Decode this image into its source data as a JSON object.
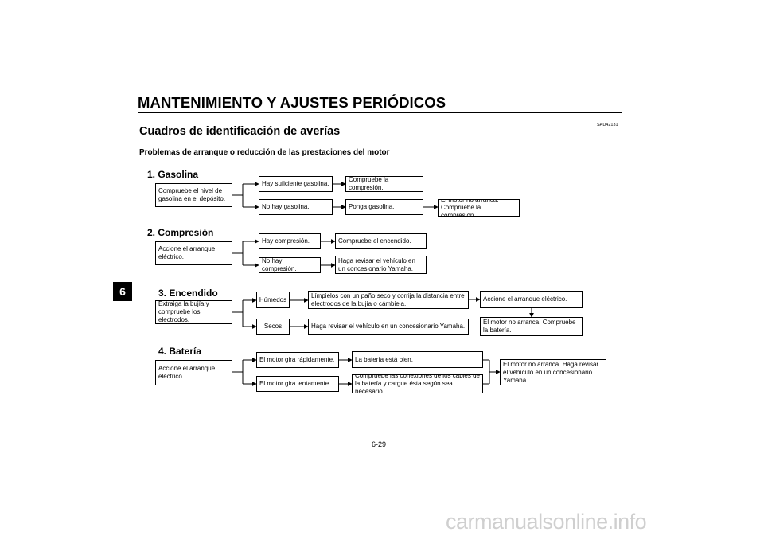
{
  "header": {
    "title": "MANTENIMIENTO Y AJUSTES PERIÓDICOS",
    "chapter_tab": "6"
  },
  "section": {
    "title": "Cuadros de identificación de averías",
    "ref_code": "SAU42131",
    "subtitle": "Problemas de arranque o reducción de las prestaciones del motor"
  },
  "groups": {
    "gasolina": {
      "title": "1. Gasolina",
      "start": "Compruebe el nivel de gasolina en el depósito.",
      "yes": "Hay suficiente gasolina.",
      "yes_next": "Compruebe la compresión.",
      "no": "No hay gasolina.",
      "no_next": "Ponga gasolina.",
      "no_result": "El motor no arranca. Compruebe la compresión."
    },
    "compresion": {
      "title": "2. Compresión",
      "start": "Accione el arranque eléctrico.",
      "yes": "Hay compresión.",
      "yes_next": "Compruebe el encendido.",
      "no": "No hay compresión.",
      "no_next": "Haga revisar el vehículo en un concesionario Yamaha."
    },
    "encendido": {
      "title": "3. Encendido",
      "start": "Extraiga la bujía y compruebe los electrodos.",
      "wet": "Húmedos",
      "wet_next": "Límpielos con un paño seco y corrija la distancia entre electrodos de la bujía o cámbiela.",
      "wet_result": "Accione el arranque eléctrico.",
      "dry": "Secos",
      "dry_next": "Haga revisar el vehículo en un concesionario Yamaha.",
      "dry_result": "El motor no arranca. Compruebe la batería."
    },
    "bateria": {
      "title": "4. Batería",
      "start": "Accione el arranque eléctrico.",
      "fast": "El motor gira rápidamente.",
      "fast_next": "La batería está bien.",
      "slow": "El motor gira lentamente.",
      "slow_next": "Compruebe las conexiones de los cables de la batería y cargue ésta según sea necesario.",
      "result": "El motor no arranca. Haga revisar el vehículo en un concesionario Yamaha."
    }
  },
  "footer": {
    "page_number": "6-29",
    "watermark": "carmanualsonline.info"
  }
}
